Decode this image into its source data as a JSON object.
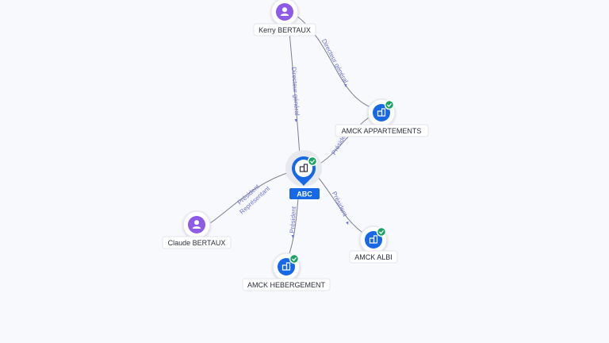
{
  "diagram": {
    "nodes": [
      {
        "id": "kerry",
        "type": "person",
        "label": "Kerry BERTAUX",
        "icon": "person-icon"
      },
      {
        "id": "amck_app",
        "type": "company",
        "label": "AMCK APPARTEMENTS",
        "icon": "building-icon",
        "verified": true
      },
      {
        "id": "abc",
        "type": "main-company",
        "label": "ABC",
        "icon": "building-icon",
        "verified": true
      },
      {
        "id": "claude",
        "type": "person",
        "label": "Claude BERTAUX",
        "icon": "person-icon"
      },
      {
        "id": "amck_heb",
        "type": "company",
        "label": "AMCK HEBERGEMENT",
        "icon": "building-icon",
        "verified": true
      },
      {
        "id": "amck_albi",
        "type": "company",
        "label": "AMCK ALBI",
        "icon": "building-icon",
        "verified": true
      }
    ],
    "edges": [
      {
        "from": "kerry",
        "to": "abc",
        "labels": [
          "Directeur général"
        ]
      },
      {
        "from": "kerry",
        "to": "amck_app",
        "labels": [
          "Directeur général"
        ]
      },
      {
        "from": "abc",
        "to": "amck_app",
        "labels": [
          "Président"
        ]
      },
      {
        "from": "abc",
        "to": "claude",
        "labels": [
          "Président",
          "Représentant"
        ]
      },
      {
        "from": "abc",
        "to": "amck_heb",
        "labels": [
          "Président"
        ]
      },
      {
        "from": "abc",
        "to": "amck_albi",
        "labels": [
          "Président"
        ]
      }
    ]
  },
  "colors": {
    "person": "#8e5ae8",
    "company": "#1768e6",
    "verified_badge": "#19a463",
    "edge_label": "#6f73d2",
    "edge_line": "#7b7f92"
  }
}
